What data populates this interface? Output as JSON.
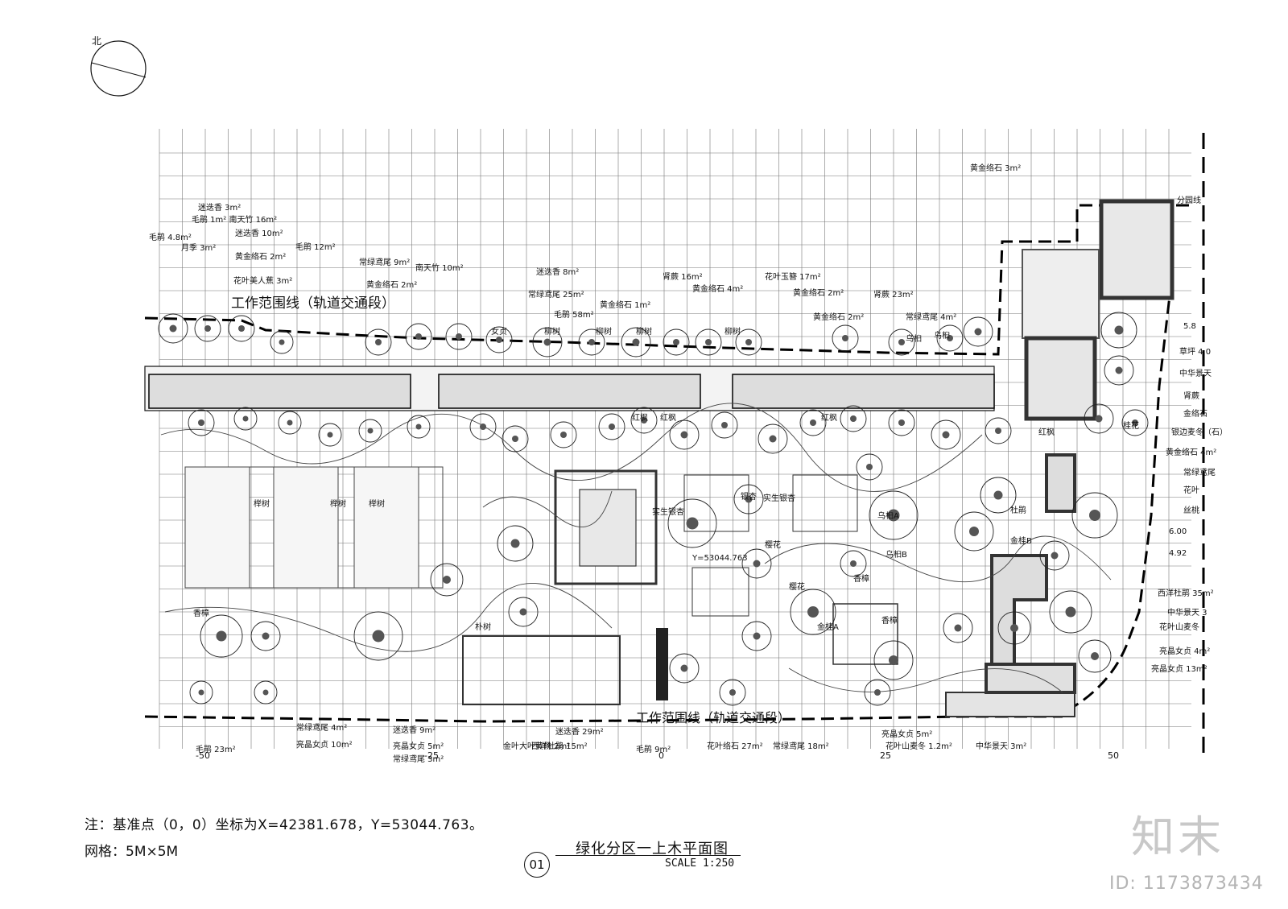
{
  "compass_label": "北",
  "plan_label_top": "工作范围线（轨道交通段）",
  "plan_label_bottom": "工作范围线（轨道交通段）",
  "axis_ticks": [
    "-50",
    "-25",
    "0",
    "25",
    "50"
  ],
  "note": "注：基准点（0，0）坐标为X=42381.678，Y=53044.763。",
  "grid_note": "网格：5M×5M",
  "drawing_number": "01",
  "drawing_title": "绿化分区一上木平面图",
  "scale": "SCALE 1:250",
  "watermark_logo": "知末",
  "watermark_id": "ID: 1173873434",
  "plant_labels_top": [
    "迷迭香 3m²",
    "毛鹃 1m² 南天竹 16m²",
    "毛鹃 4.8m²",
    "迷迭香 10m²",
    "毛鹃 12m²",
    "月季 3m²",
    "黄金络石 2m²",
    "常绿鸢尾 9m²",
    "花叶美人蕉 3m²",
    "黄金络石 2m²",
    "南天竹 10m²",
    "迷迭香 8m²",
    "常绿鸢尾 25m²",
    "肾蕨 16m²",
    "花叶玉簪 17m²",
    "黄金络石 4m²",
    "黄金络石 2m²",
    "肾蕨 23m²",
    "黄金络石 2m²",
    "常绿鸢尾 4m²",
    "毛鹃 58m²",
    "黄金络石 1m²",
    "黄金络石 3m²"
  ],
  "plant_labels_bottom": [
    "毛鹃 23m²",
    "常绿鸢尾 4m²",
    "亮晶女贞 10m²",
    "迷迭香 9m²",
    "亮晶女贞 5m²",
    "常绿鸢尾 3m²",
    "迷迭香 29m²",
    "金叶大叶黄杨 2m²",
    "西洋杜鹃 15m²",
    "毛鹃 9m²",
    "花叶络石 27m²",
    "常绿鸢尾 18m²",
    "亮晶女贞 5m²",
    "花叶山麦冬 1.2m²",
    "中华景天 3m²"
  ],
  "tree_labels": [
    "柳树",
    "柳树",
    "柳树",
    "柳树",
    "女贞",
    "乌桕",
    "乌桕",
    "红枫",
    "红枫",
    "红枫",
    "红枫",
    "香樟",
    "香樟",
    "樱花",
    "樱花",
    "银杏",
    "实生银杏",
    "实生银杏",
    "金桂A",
    "金桂B",
    "杜鹃",
    "桂花",
    "榉树",
    "榉树",
    "榉树",
    "朴树",
    "香樟",
    "乌桕A",
    "乌桕B"
  ],
  "right_labels": [
    "5.8",
    "草坪 4.0",
    "中华景天",
    "肾蕨",
    "金络石",
    "银边麦冬（石）",
    "黄金络石 4m²",
    "常绿鸢尾",
    "花叶",
    "丝桃",
    "6.00",
    "4.92",
    "西洋杜鹃 35m²",
    "中华景天 3",
    "花叶山麦冬",
    "亮晶女贞 4m²",
    "亮晶女贞 13m²",
    "分园线"
  ],
  "point_label": "Y=53044.763"
}
